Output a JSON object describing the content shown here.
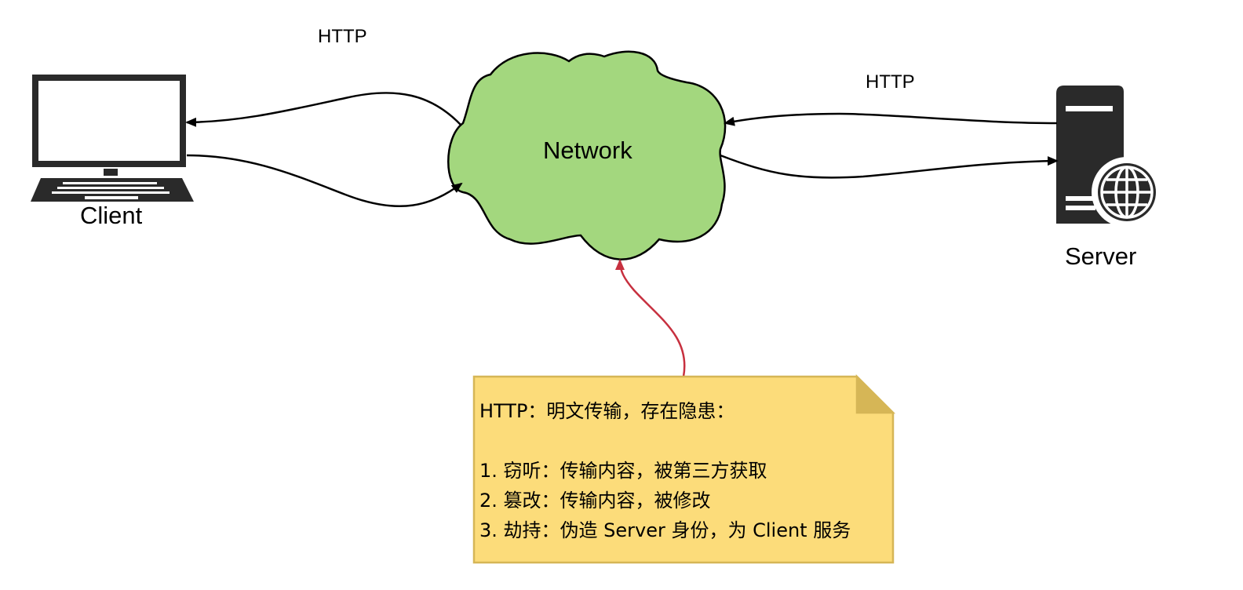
{
  "diagram": {
    "nodes": {
      "client": {
        "label": "Client",
        "icon": "laptop-icon"
      },
      "network": {
        "label": "Network",
        "icon": "cloud-icon",
        "fill": "#a3d77e"
      },
      "server": {
        "label": "Server",
        "icon": "web-server-icon"
      }
    },
    "edges": {
      "client_network_label": "HTTP",
      "server_network_label": "HTTP"
    },
    "note": {
      "fill": "#fcdc7a",
      "border": "#d6b656",
      "arrow_color": "#c7303f",
      "title": "HTTP：明文传输，存在隐患：",
      "items": [
        "1. 窃听：传输内容，被第三方获取",
        "2. 篡改：传输内容，被修改",
        "3. 劫持：伪造 Server 身份，为 Client 服务"
      ]
    }
  }
}
